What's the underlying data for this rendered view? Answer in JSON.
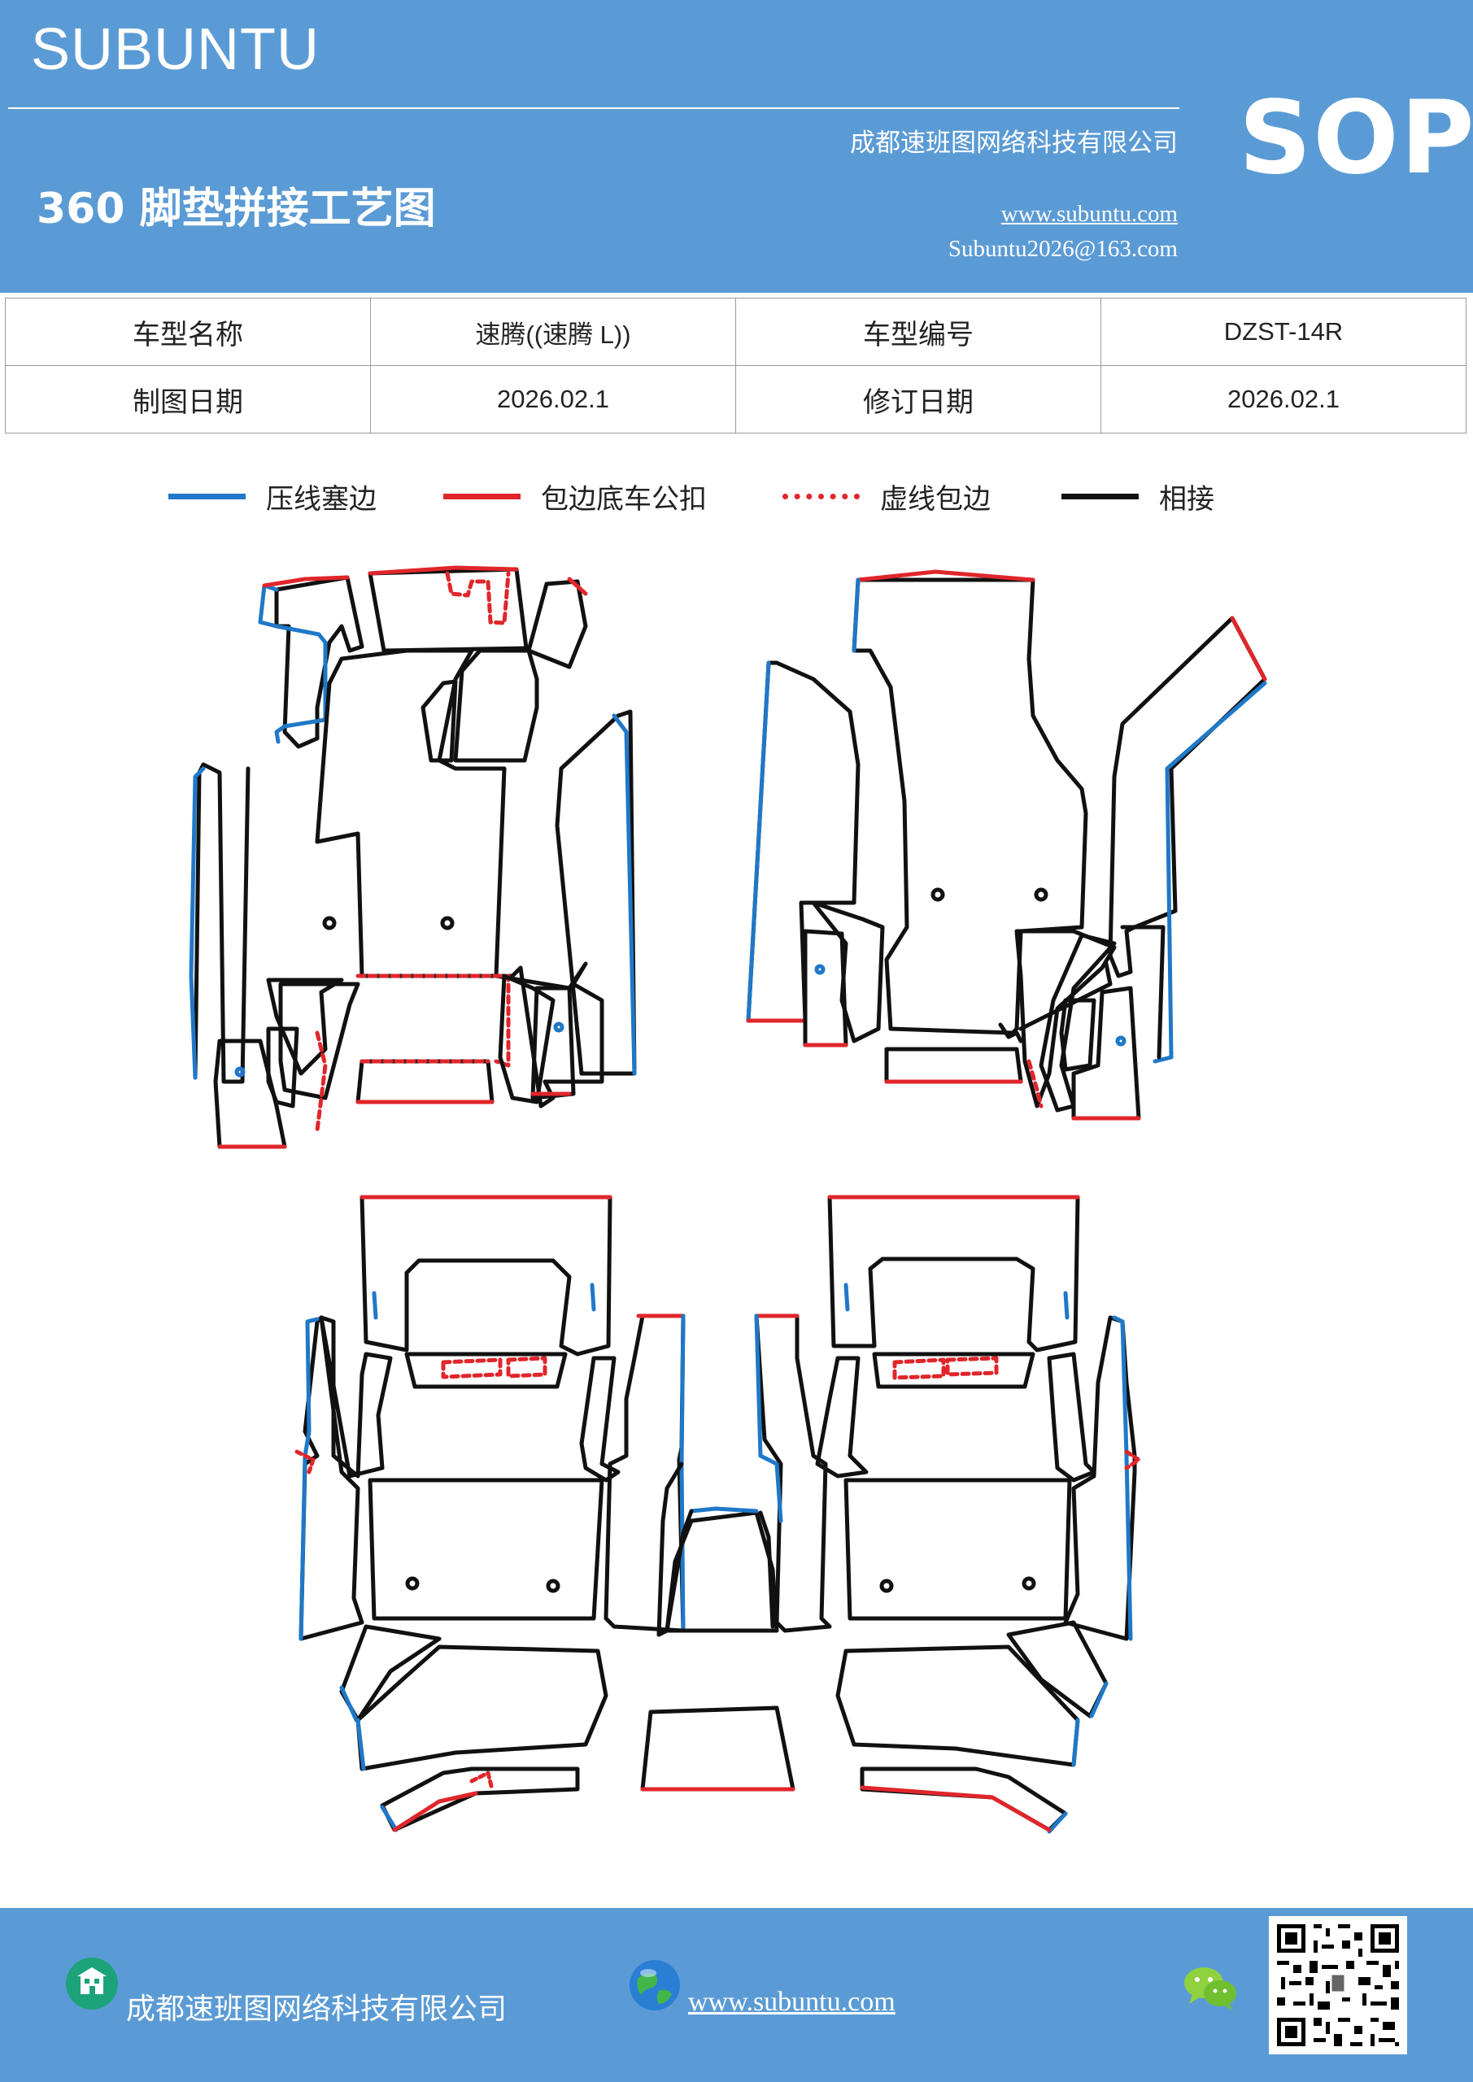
{
  "header": {
    "brand": "SUBUNTU",
    "company": "成都速班图网络科技有限公司",
    "title": "360 脚垫拼接工艺图",
    "website": "www.subuntu.com",
    "email": "Subuntu2026@163.com",
    "badge": "SOP"
  },
  "info_table": {
    "rows": [
      {
        "label1": "车型名称",
        "value1": "速腾((速腾 L))",
        "label2": "车型编号",
        "value2": "DZST-14R"
      },
      {
        "label1": "制图日期",
        "value1": "2026.02.1",
        "label2": "修订日期",
        "value2": "2026.02.1"
      }
    ]
  },
  "legend": {
    "items": [
      {
        "label": "压线塞边",
        "color": "#1f78c8",
        "style": "solid"
      },
      {
        "label": "包边底车公扣",
        "color": "#e0262b",
        "style": "solid"
      },
      {
        "label": "虚线包边",
        "color": "#e0262b",
        "style": "dotted"
      },
      {
        "label": "相接",
        "color": "#111111",
        "style": "solid"
      }
    ]
  },
  "footer": {
    "company": "成都速班图网络科技有限公司",
    "website": "www.subuntu.com",
    "icons": [
      "building-icon",
      "globe-icon",
      "wechat-icon",
      "qr-code"
    ]
  }
}
